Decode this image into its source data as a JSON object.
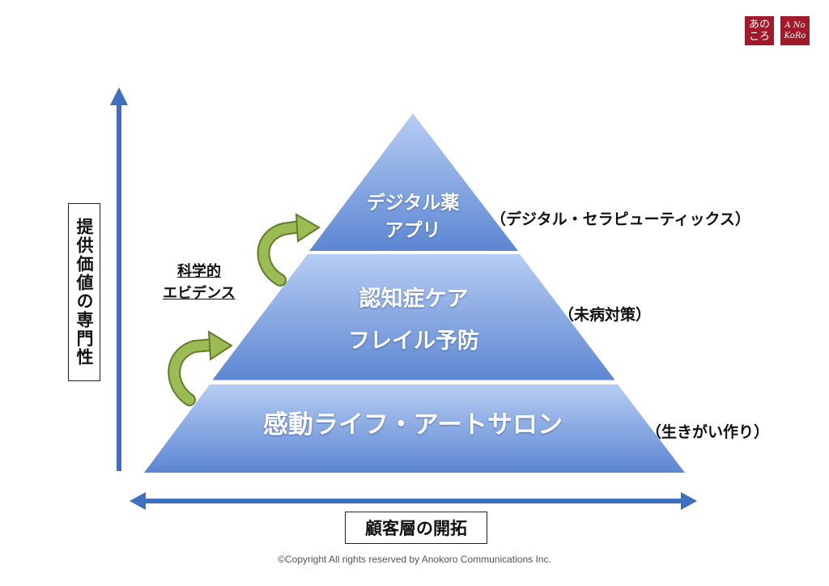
{
  "logo": {
    "jp": "あのころ",
    "en": "A No KoRo"
  },
  "axes": {
    "vertical_label": "提供価値の専門性",
    "horizontal_label": "顧客層の開拓"
  },
  "tiers": [
    {
      "lines": [
        "デジタル薬",
        "アプリ"
      ],
      "annotation": "（デジタル・セラピューティックス）"
    },
    {
      "lines": [
        "認知症ケア",
        "フレイル予防"
      ],
      "annotation": "（未病対策）"
    },
    {
      "lines": [
        "感動ライフ・アートサロン"
      ],
      "annotation": "（生きがい作り）"
    }
  ],
  "evidence_label": [
    "科学的",
    "エビデンス"
  ],
  "colors": {
    "axis_arrow": "#3e6fc0",
    "pyramid_light": "#b7cdf4",
    "pyramid_dark": "#5d86d2",
    "band": "#ffffff",
    "green_arrow": "#8fb04a",
    "logo": "#a11a2a"
  },
  "copyright": "©Copyright All rights reserved by Anokoro Communications Inc."
}
